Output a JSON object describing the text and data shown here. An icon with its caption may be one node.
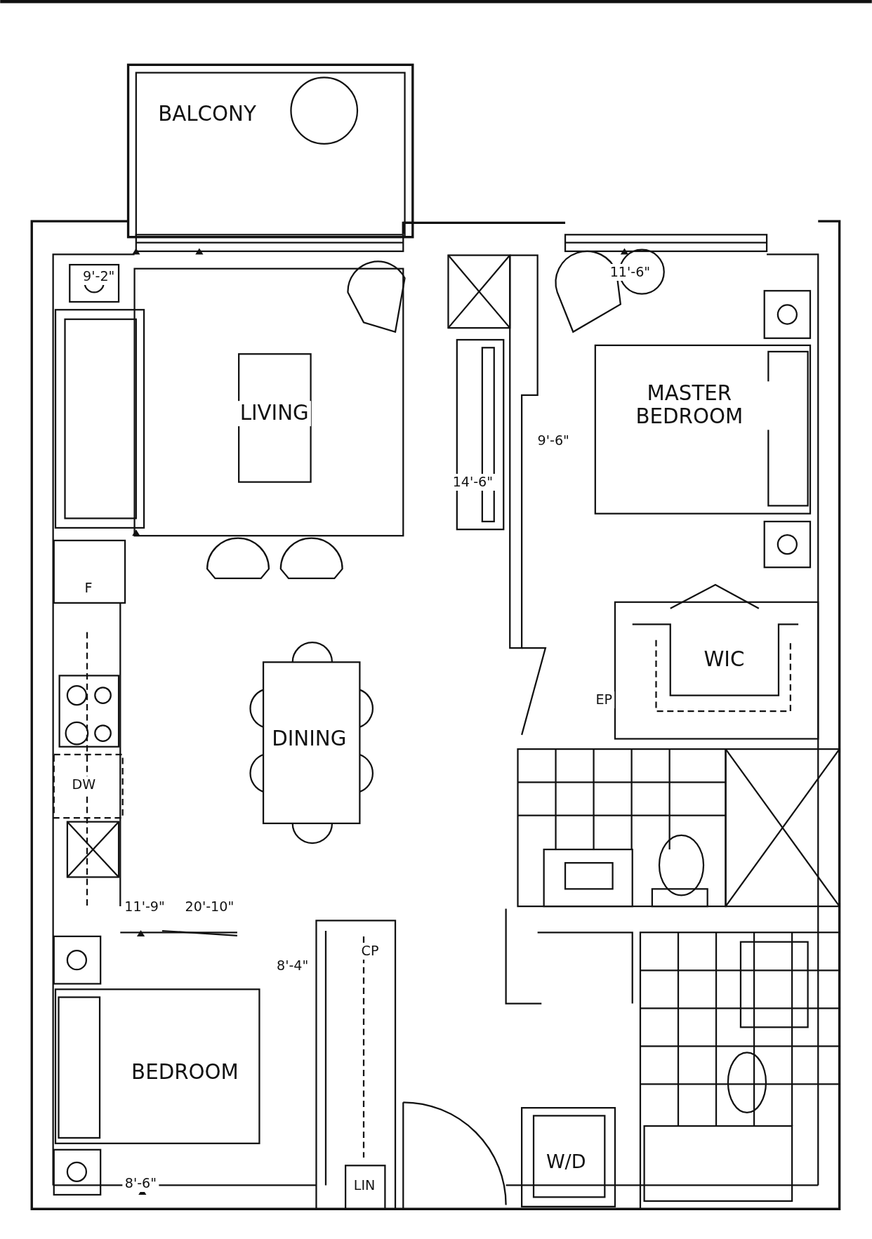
{
  "diagram": {
    "labels": [
      "BALCONY",
      "9'-2\"",
      "11'-6\"",
      "LIVING",
      "MASTER BEDROOM",
      "9'-6\"",
      "14'-6\"",
      "F",
      "WIC",
      "EP",
      "DINING",
      "DW",
      "11'-9\"",
      "20'-10\"",
      "CP",
      "8'-4\"",
      "BEDROOM",
      "W/D",
      "8'-6\"",
      "LIN"
    ]
  }
}
